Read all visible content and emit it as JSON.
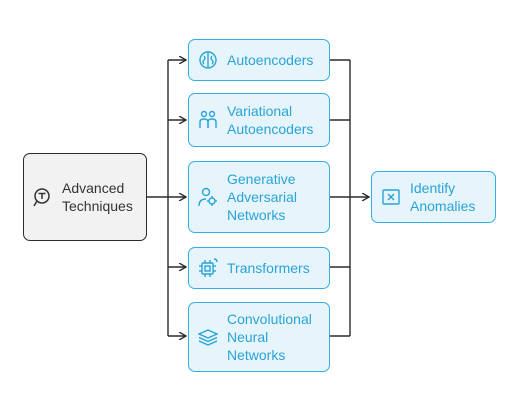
{
  "source": {
    "label": "Advanced\nTechniques",
    "icon": "magnifier-chart-icon"
  },
  "techniques": [
    {
      "label": "Autoencoders",
      "icon": "brain-icon"
    },
    {
      "label": "Variational\nAutoencoders",
      "icon": "people-icon"
    },
    {
      "label": "Generative\nAdversarial\nNetworks",
      "icon": "user-gear-icon"
    },
    {
      "label": "Transformers",
      "icon": "chip-icon"
    },
    {
      "label": "Convolutional\nNeural\nNetworks",
      "icon": "layers-icon"
    }
  ],
  "target": {
    "label": "Identify\nAnomalies",
    "icon": "x-box-icon"
  },
  "colors": {
    "accent": "#34aee0",
    "accent_text": "#2aa3d6",
    "fill": "#e6f5fc",
    "line": "#2b2b2b"
  }
}
